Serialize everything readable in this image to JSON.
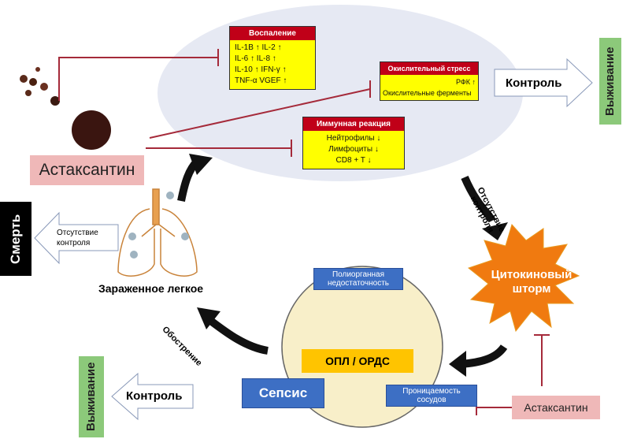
{
  "inflammation": {
    "title": "Воспаление",
    "rows": [
      "IL-1В ↑  IL-2 ↑",
      "IL-6 ↑  IL-8 ↑",
      "IL-10 ↑  IFN-γ ↑",
      "TNF-α  VGEF ↑"
    ]
  },
  "oxidative": {
    "title": "Окислительный стресс",
    "rows": [
      "РФК ↑",
      "Окислительные ферменты"
    ]
  },
  "immune": {
    "title": "Иммунная реакция",
    "rows": [
      "Нейтрофилы ↓",
      "Лимфоциты ↓",
      "CD8 + T ↓"
    ]
  },
  "astaxanthin_main": "Астаксантин",
  "astaxanthin_small": "Астаксантин",
  "control_top": "Контроль",
  "survival_top": "Выживание",
  "survival_bottom": "Выживание",
  "control_bottom": "Контроль",
  "death": "Смерть",
  "no_control_left": "Отсутствие контроля",
  "no_control_right": "Отсутствие контроля",
  "infected_lung": "Зараженное легкое",
  "cytokine_storm": "Цитокиновый шторм",
  "multiorgan": "Полиорганная недостаточность",
  "ards": "ОПЛ / ОРДС",
  "sepsis": "Сепсис",
  "permeability": "Проницаемость сосудов",
  "exacerbation": "Обострение",
  "colors": {
    "header_red": "#c00018",
    "card_yellow": "#ffff00",
    "inhibit_line": "#a52a3a",
    "sepsis_blue": "#3d6fc4",
    "survival_green": "#8cc97a",
    "astaxanthin_pink": "#efb8b8",
    "storm_orange": "#f07a10"
  }
}
